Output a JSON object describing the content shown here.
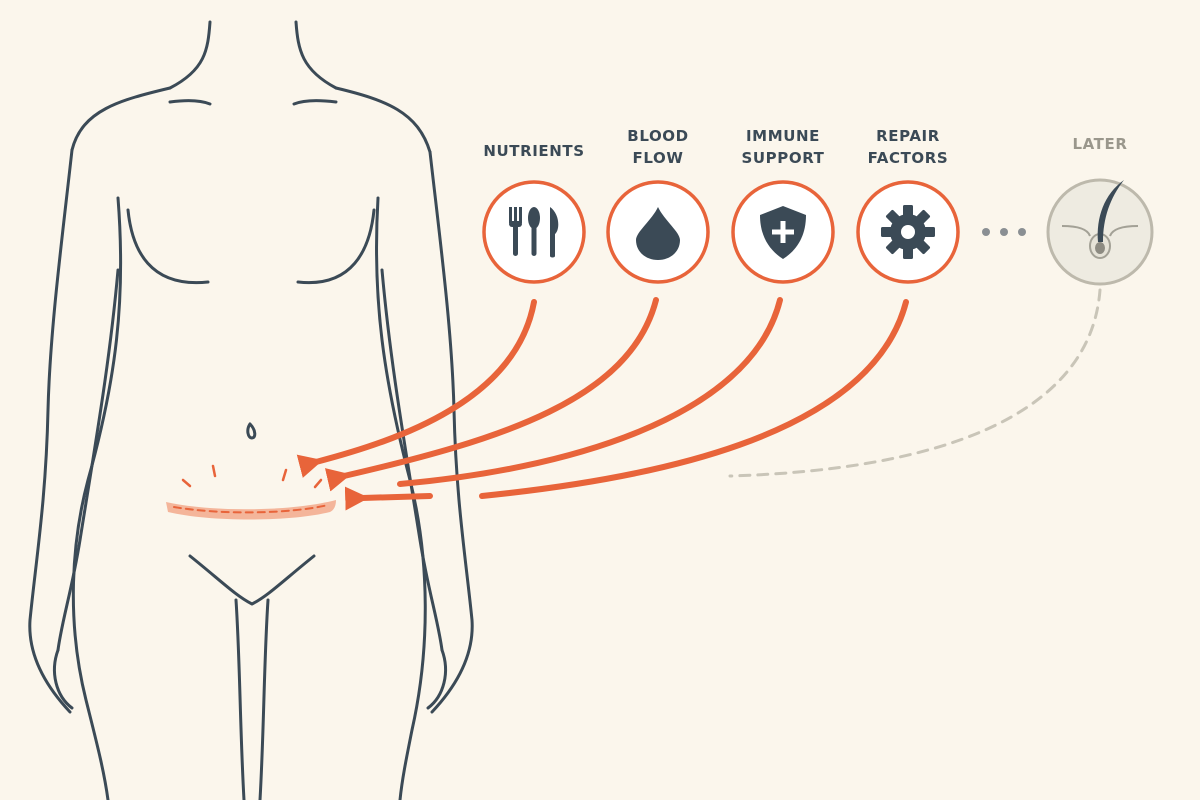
{
  "colors": {
    "background": "#fbf6ec",
    "outline": "#3b4a56",
    "accent": "#e8643a",
    "incision": "#f2a98c",
    "muted": "#bdb9ac",
    "muted_label": "#9a978c"
  },
  "factors": [
    {
      "line1": "NUTRIENTS",
      "line2": "",
      "icon": "utensils-icon"
    },
    {
      "line1": "BLOOD",
      "line2": "FLOW",
      "icon": "blood-drop-icon"
    },
    {
      "line1": "IMMUNE",
      "line2": "SUPPORT",
      "icon": "shield-plus-icon"
    },
    {
      "line1": "REPAIR",
      "line2": "FACTORS",
      "icon": "gear-icon"
    }
  ],
  "later": {
    "label": "LATER",
    "icon": "hair-follicle-icon"
  }
}
